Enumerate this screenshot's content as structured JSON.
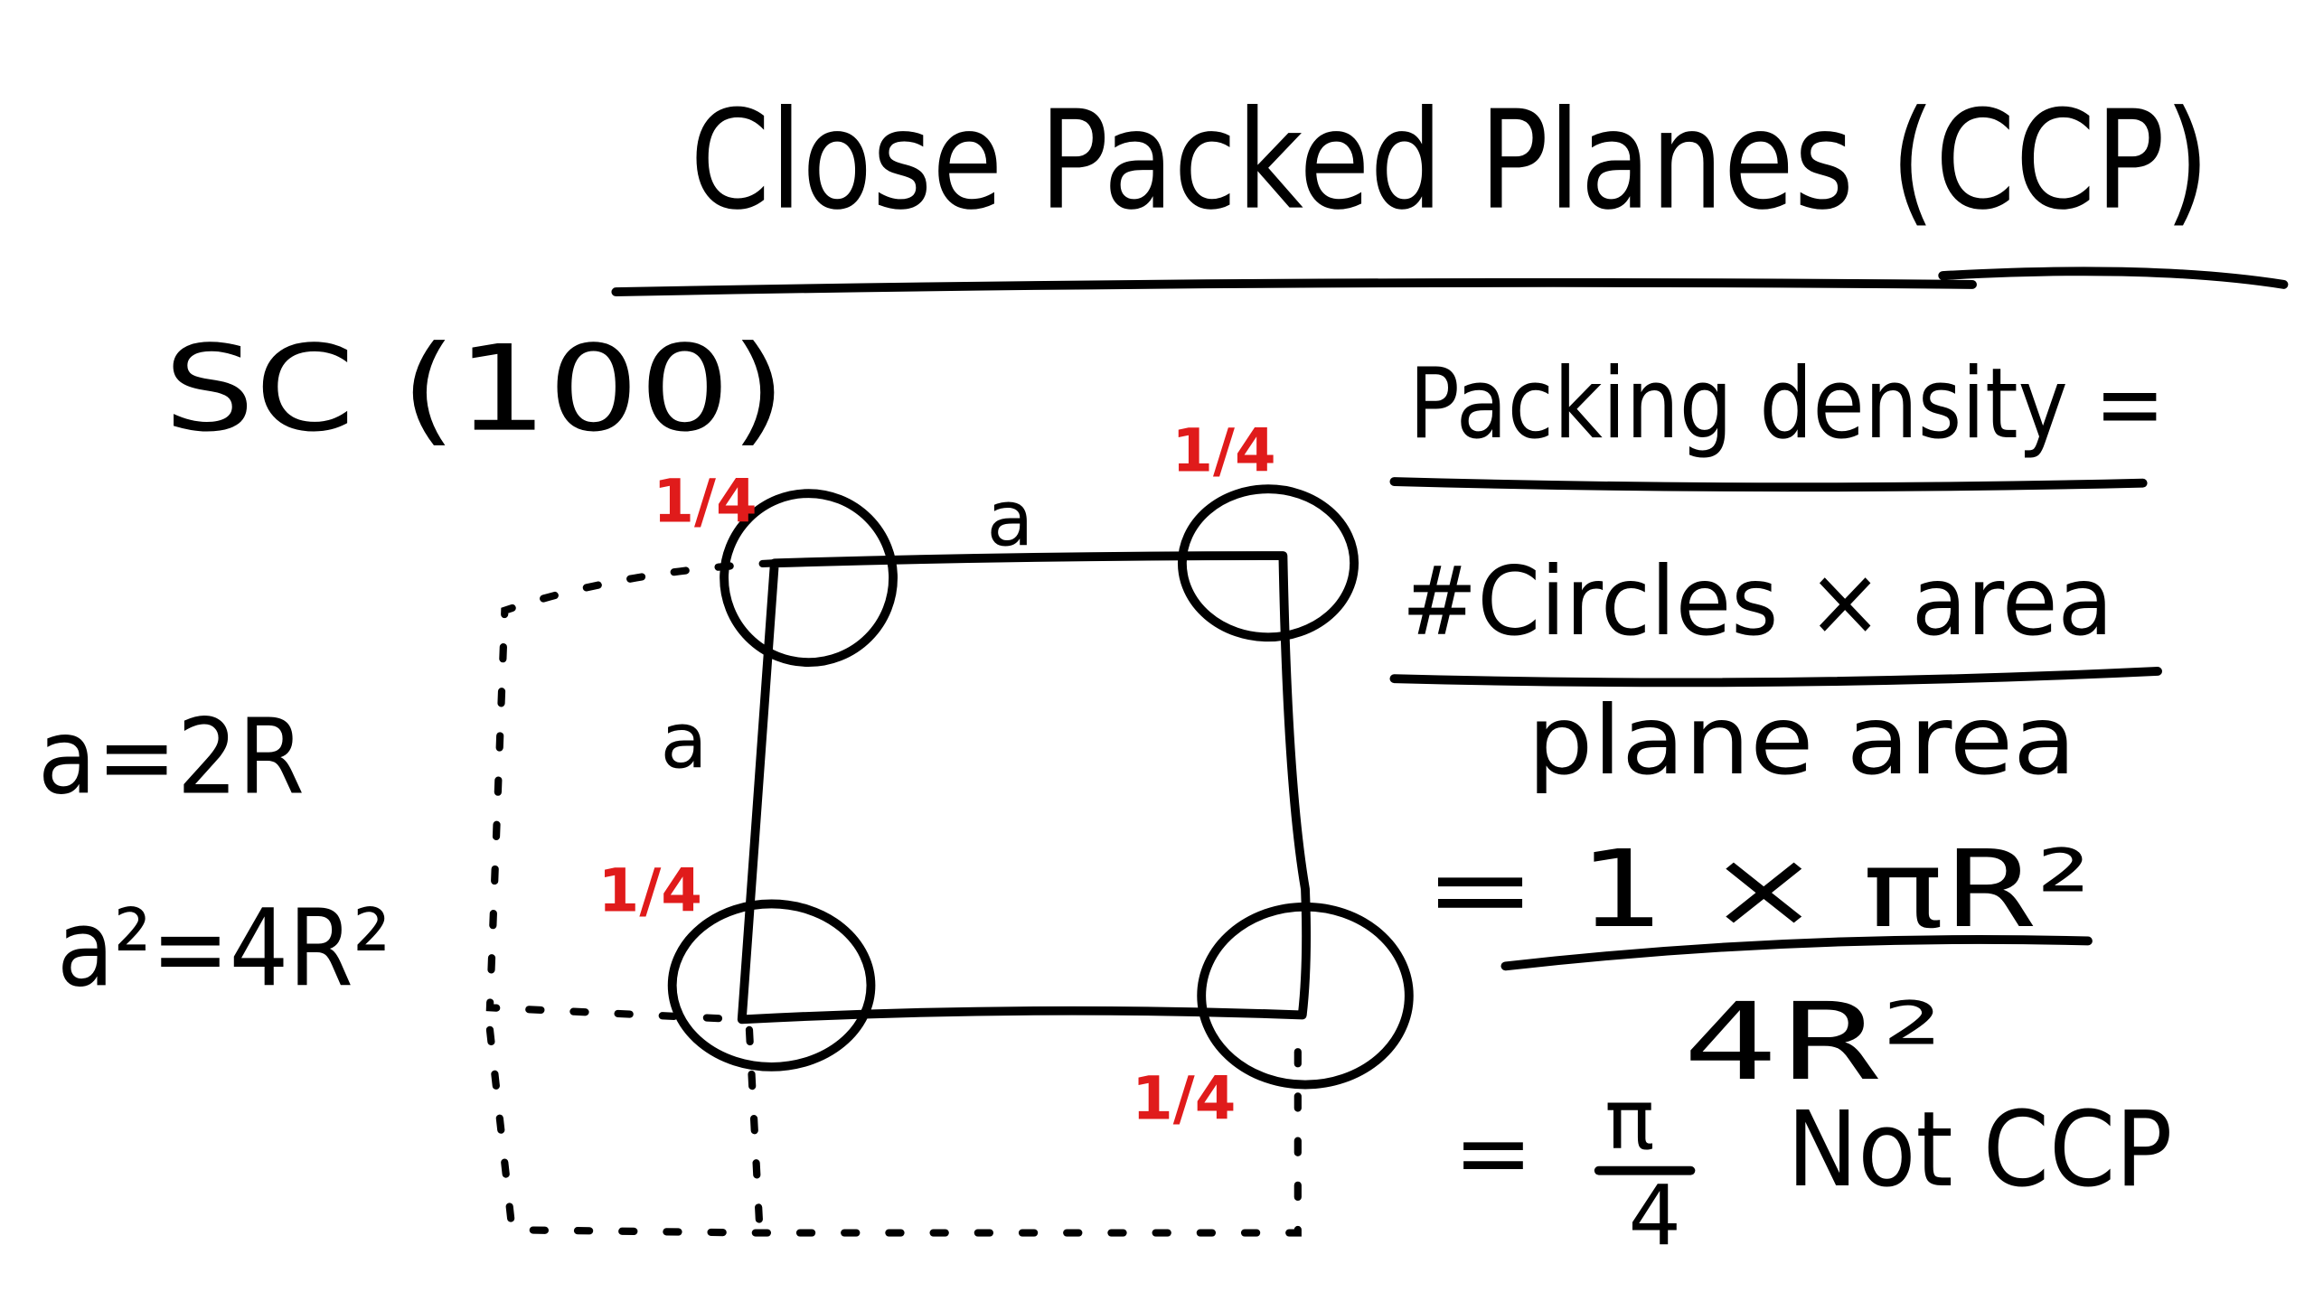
{
  "title": "Close Packed Planes (CCP)",
  "plane_label": "SC (100)",
  "packing_density": {
    "heading": "Packing density =",
    "numerator": "#Circles × area",
    "denominator": "plane area",
    "calc_numerator": "= 1 ×  πR²",
    "calc_denominator": "4R²",
    "result_eq": "=",
    "result_num": "π",
    "result_den": "4",
    "result_note": "Not CCP"
  },
  "relations": {
    "line1": "a=2R",
    "line2": "a²=4R²"
  },
  "square": {
    "side_top": "a",
    "side_left": "a",
    "corner_fractions": [
      "1/4",
      "1/4",
      "1/4",
      "1/4"
    ]
  },
  "colors": {
    "ink": "#000000",
    "annotation": "#e01b1b",
    "background": "#ffffff"
  }
}
